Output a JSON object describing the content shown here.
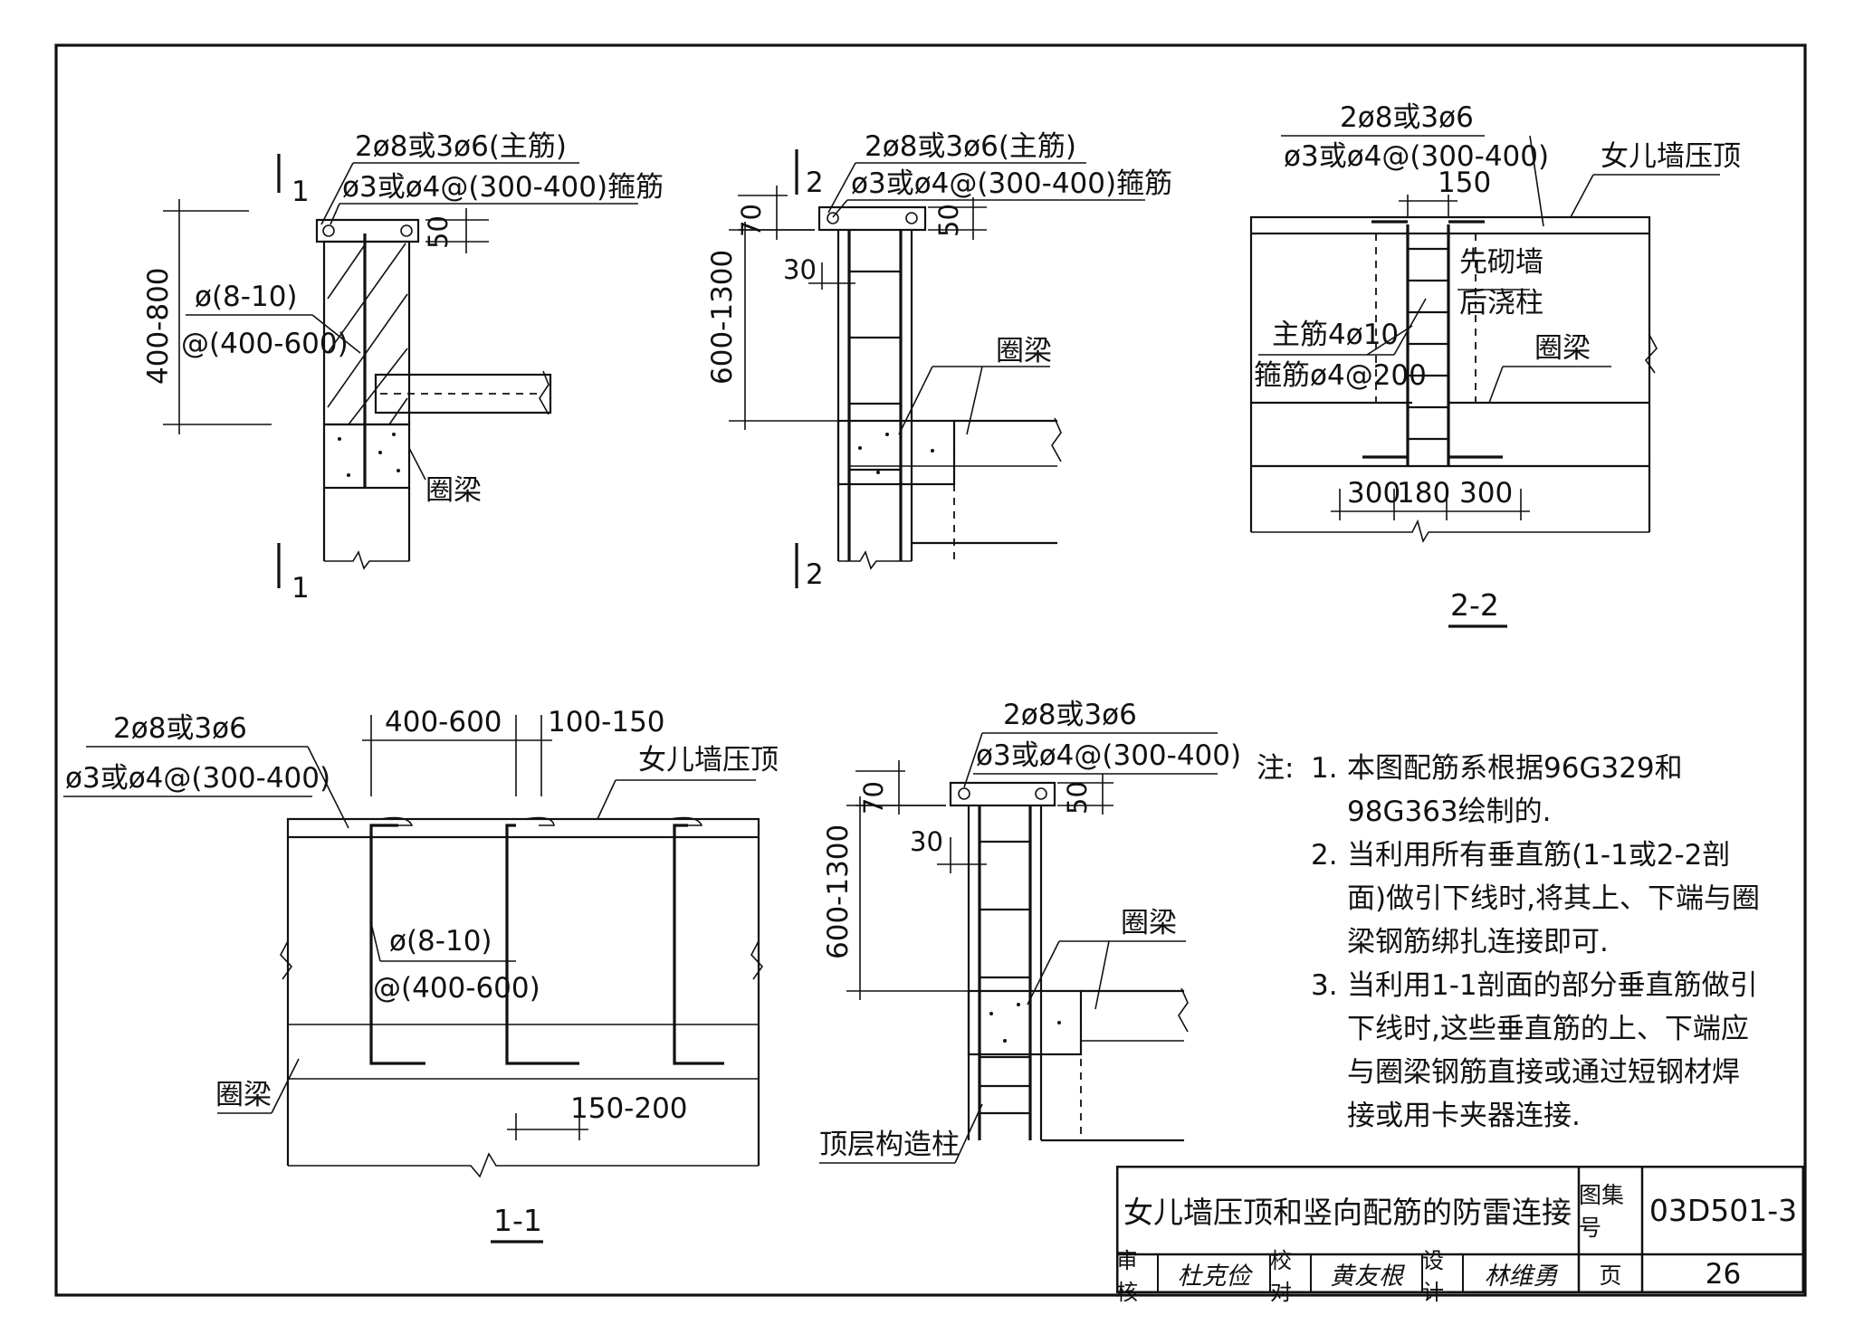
{
  "drawing": {
    "view_a": {
      "section_mark": "1",
      "main_bar_label": "2ø8或3ø6(主筋)",
      "stirrup_label": "ø3或ø4@(300-400)箍筋",
      "dim_50": "50",
      "dim_height": "400-800",
      "vertical_bar_label": "ø(8-10)",
      "vertical_spacing_label": "@(400-600)",
      "ring_beam_label": "圈梁"
    },
    "view_b": {
      "section_mark": "2",
      "main_bar_label": "2ø8或3ø6(主筋)",
      "stirrup_label": "ø3或ø4@(300-400)箍筋",
      "dim_70": "70",
      "dim_50": "50",
      "dim_30": "30",
      "dim_height": "600-1300",
      "ring_beam_label": "圈梁"
    },
    "section_2_2": {
      "title": "2-2",
      "main_bar_label": "2ø8或3ø6",
      "stirrup_label": "ø3或ø4@(300-400)",
      "coping_label": "女儿墙压顶",
      "dim_150": "150",
      "note_wall_first": "先砌墙",
      "note_column_after": "后浇柱",
      "column_main_bar": "主筋4ø10",
      "column_stirrup": "箍筋ø4@200",
      "ring_beam_label": "圈梁",
      "dim_300_left": "300",
      "dim_180": "180",
      "dim_300_right": "300"
    },
    "section_1_1": {
      "title": "1-1",
      "main_bar_label": "2ø8或3ø6",
      "stirrup_label": "ø3或ø4@(300-400)",
      "dim_spacing": "400-600",
      "dim_hook": "100-150",
      "coping_label": "女儿墙压顶",
      "vertical_bar_label": "ø(8-10)",
      "vertical_spacing_label": "@(400-600)",
      "ring_beam_label": "圈梁",
      "dim_hook_len": "150-200"
    },
    "view_c": {
      "main_bar_label": "2ø8或3ø6",
      "stirrup_label": "ø3或ø4@(300-400)",
      "dim_70": "70",
      "dim_50": "50",
      "dim_30": "30",
      "dim_height": "600-1300",
      "ring_beam_label": "圈梁",
      "column_label": "顶层构造柱"
    }
  },
  "notes": {
    "heading": "注:",
    "items": [
      {
        "num": "1.",
        "text": "本图配筋系根据96G329和98G363绘制的."
      },
      {
        "num": "2.",
        "text": "当利用所有垂直筋(1-1或2-2剖面)做引下线时,将其上、下端与圈梁钢筋绑扎连接即可."
      },
      {
        "num": "3.",
        "text": "当利用1-1剖面的部分垂直筋做引下线时,这些垂直筋的上、下端应与圈梁钢筋直接或通过短钢材焊接或用卡夹器连接."
      }
    ]
  },
  "title_block": {
    "title": "女儿墙压顶和竖向配筋的防雷连接",
    "atlas_no_label": "图集号",
    "atlas_no": "03D501-3",
    "page_label": "页",
    "page_no": "26",
    "review_label": "审核",
    "review_sign": "杜克俭",
    "check_label": "校对",
    "check_sign": "黄友根",
    "design_label": "设计",
    "design_sign": "林维勇"
  }
}
